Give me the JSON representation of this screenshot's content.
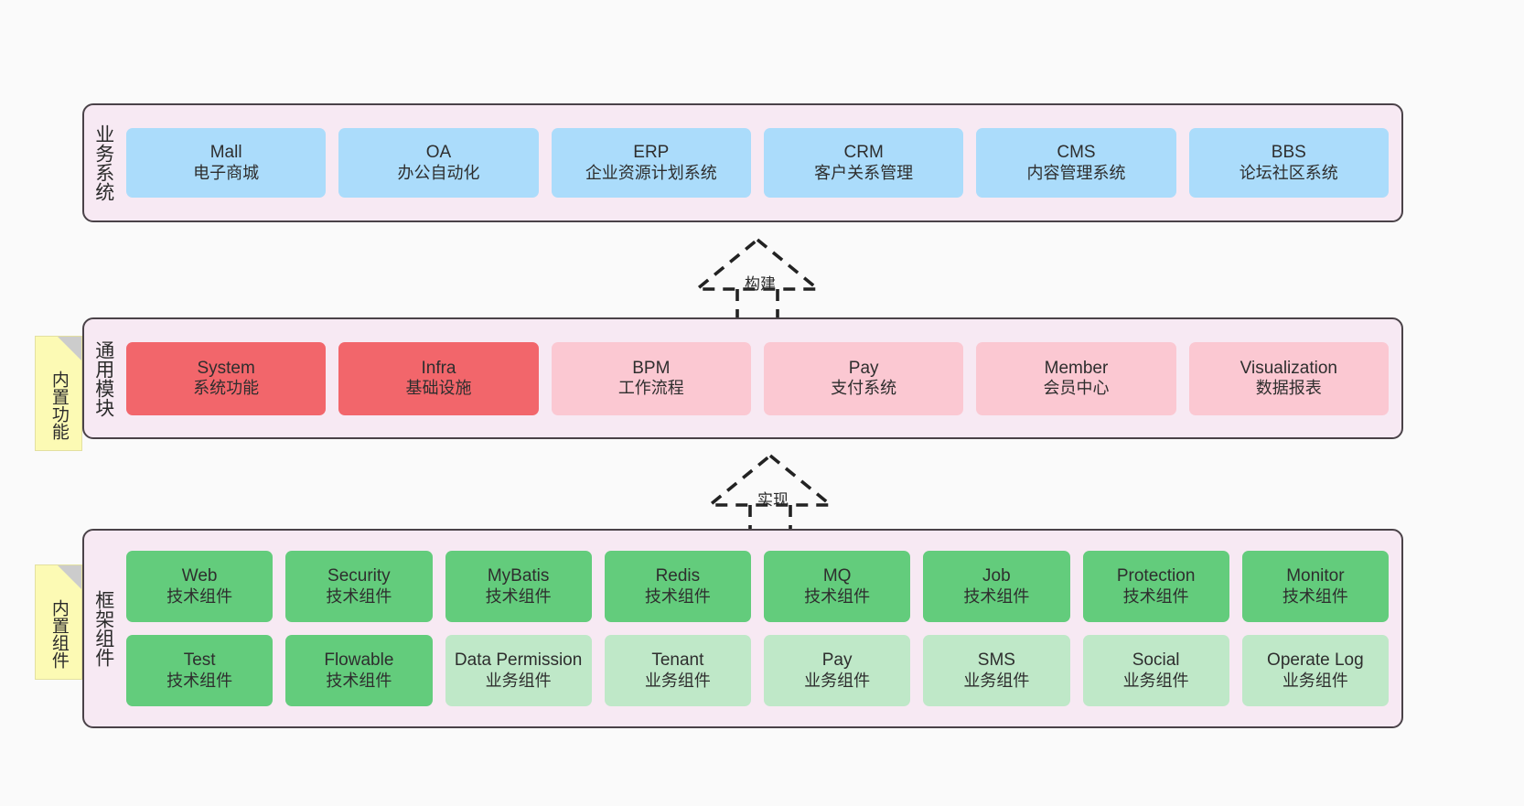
{
  "diagram": {
    "background_color": "#fafafa",
    "panel_color": "#f7e9f3",
    "panel_border_color": "#4a4248",
    "sticky_color": "#fcfab4"
  },
  "layers": [
    {
      "id": "business-system",
      "title": "业务系统",
      "card_color": "#abdcfb",
      "rows": [
        {
          "cards": [
            {
              "en": "Mall",
              "cn": "电子商城",
              "style": "blue"
            },
            {
              "en": "OA",
              "cn": "办公自动化",
              "style": "blue"
            },
            {
              "en": "ERP",
              "cn": "企业资源计划系统",
              "style": "blue"
            },
            {
              "en": "CRM",
              "cn": "客户关系管理",
              "style": "blue"
            },
            {
              "en": "CMS",
              "cn": "内容管理系统",
              "style": "blue"
            },
            {
              "en": "BBS",
              "cn": "论坛社区系统",
              "style": "blue"
            }
          ]
        }
      ]
    },
    {
      "id": "common-module",
      "title": "通用模块",
      "sticky": "内置功能",
      "rows": [
        {
          "cards": [
            {
              "en": "System",
              "cn": "系统功能",
              "style": "red-strong"
            },
            {
              "en": "Infra",
              "cn": "基础设施",
              "style": "red-strong"
            },
            {
              "en": "BPM",
              "cn": "工作流程",
              "style": "red-light"
            },
            {
              "en": "Pay",
              "cn": "支付系统",
              "style": "red-light"
            },
            {
              "en": "Member",
              "cn": "会员中心",
              "style": "red-light"
            },
            {
              "en": "Visualization",
              "cn": "数据报表",
              "style": "red-light"
            }
          ]
        }
      ]
    },
    {
      "id": "framework-component",
      "title": "框架组件",
      "sticky": "内置组件",
      "rows": [
        {
          "cards": [
            {
              "en": "Web",
              "cn": "技术组件",
              "style": "green-strong"
            },
            {
              "en": "Security",
              "cn": "技术组件",
              "style": "green-strong"
            },
            {
              "en": "MyBatis",
              "cn": "技术组件",
              "style": "green-strong"
            },
            {
              "en": "Redis",
              "cn": "技术组件",
              "style": "green-strong"
            },
            {
              "en": "MQ",
              "cn": "技术组件",
              "style": "green-strong"
            },
            {
              "en": "Job",
              "cn": "技术组件",
              "style": "green-strong"
            },
            {
              "en": "Protection",
              "cn": "技术组件",
              "style": "green-strong"
            },
            {
              "en": "Monitor",
              "cn": "技术组件",
              "style": "green-strong"
            }
          ]
        },
        {
          "cards": [
            {
              "en": "Test",
              "cn": "技术组件",
              "style": "green-strong"
            },
            {
              "en": "Flowable",
              "cn": "技术组件",
              "style": "green-strong"
            },
            {
              "en": "Data Permission",
              "cn": "业务组件",
              "style": "green-light"
            },
            {
              "en": "Tenant",
              "cn": "业务组件",
              "style": "green-light"
            },
            {
              "en": "Pay",
              "cn": "业务组件",
              "style": "green-light"
            },
            {
              "en": "SMS",
              "cn": "业务组件",
              "style": "green-light"
            },
            {
              "en": "Social",
              "cn": "业务组件",
              "style": "green-light"
            },
            {
              "en": "Operate Log",
              "cn": "业务组件",
              "style": "green-light"
            }
          ]
        }
      ]
    }
  ],
  "connectors": [
    {
      "id": "build",
      "label": "构建"
    },
    {
      "id": "realize",
      "label": "实现"
    }
  ]
}
